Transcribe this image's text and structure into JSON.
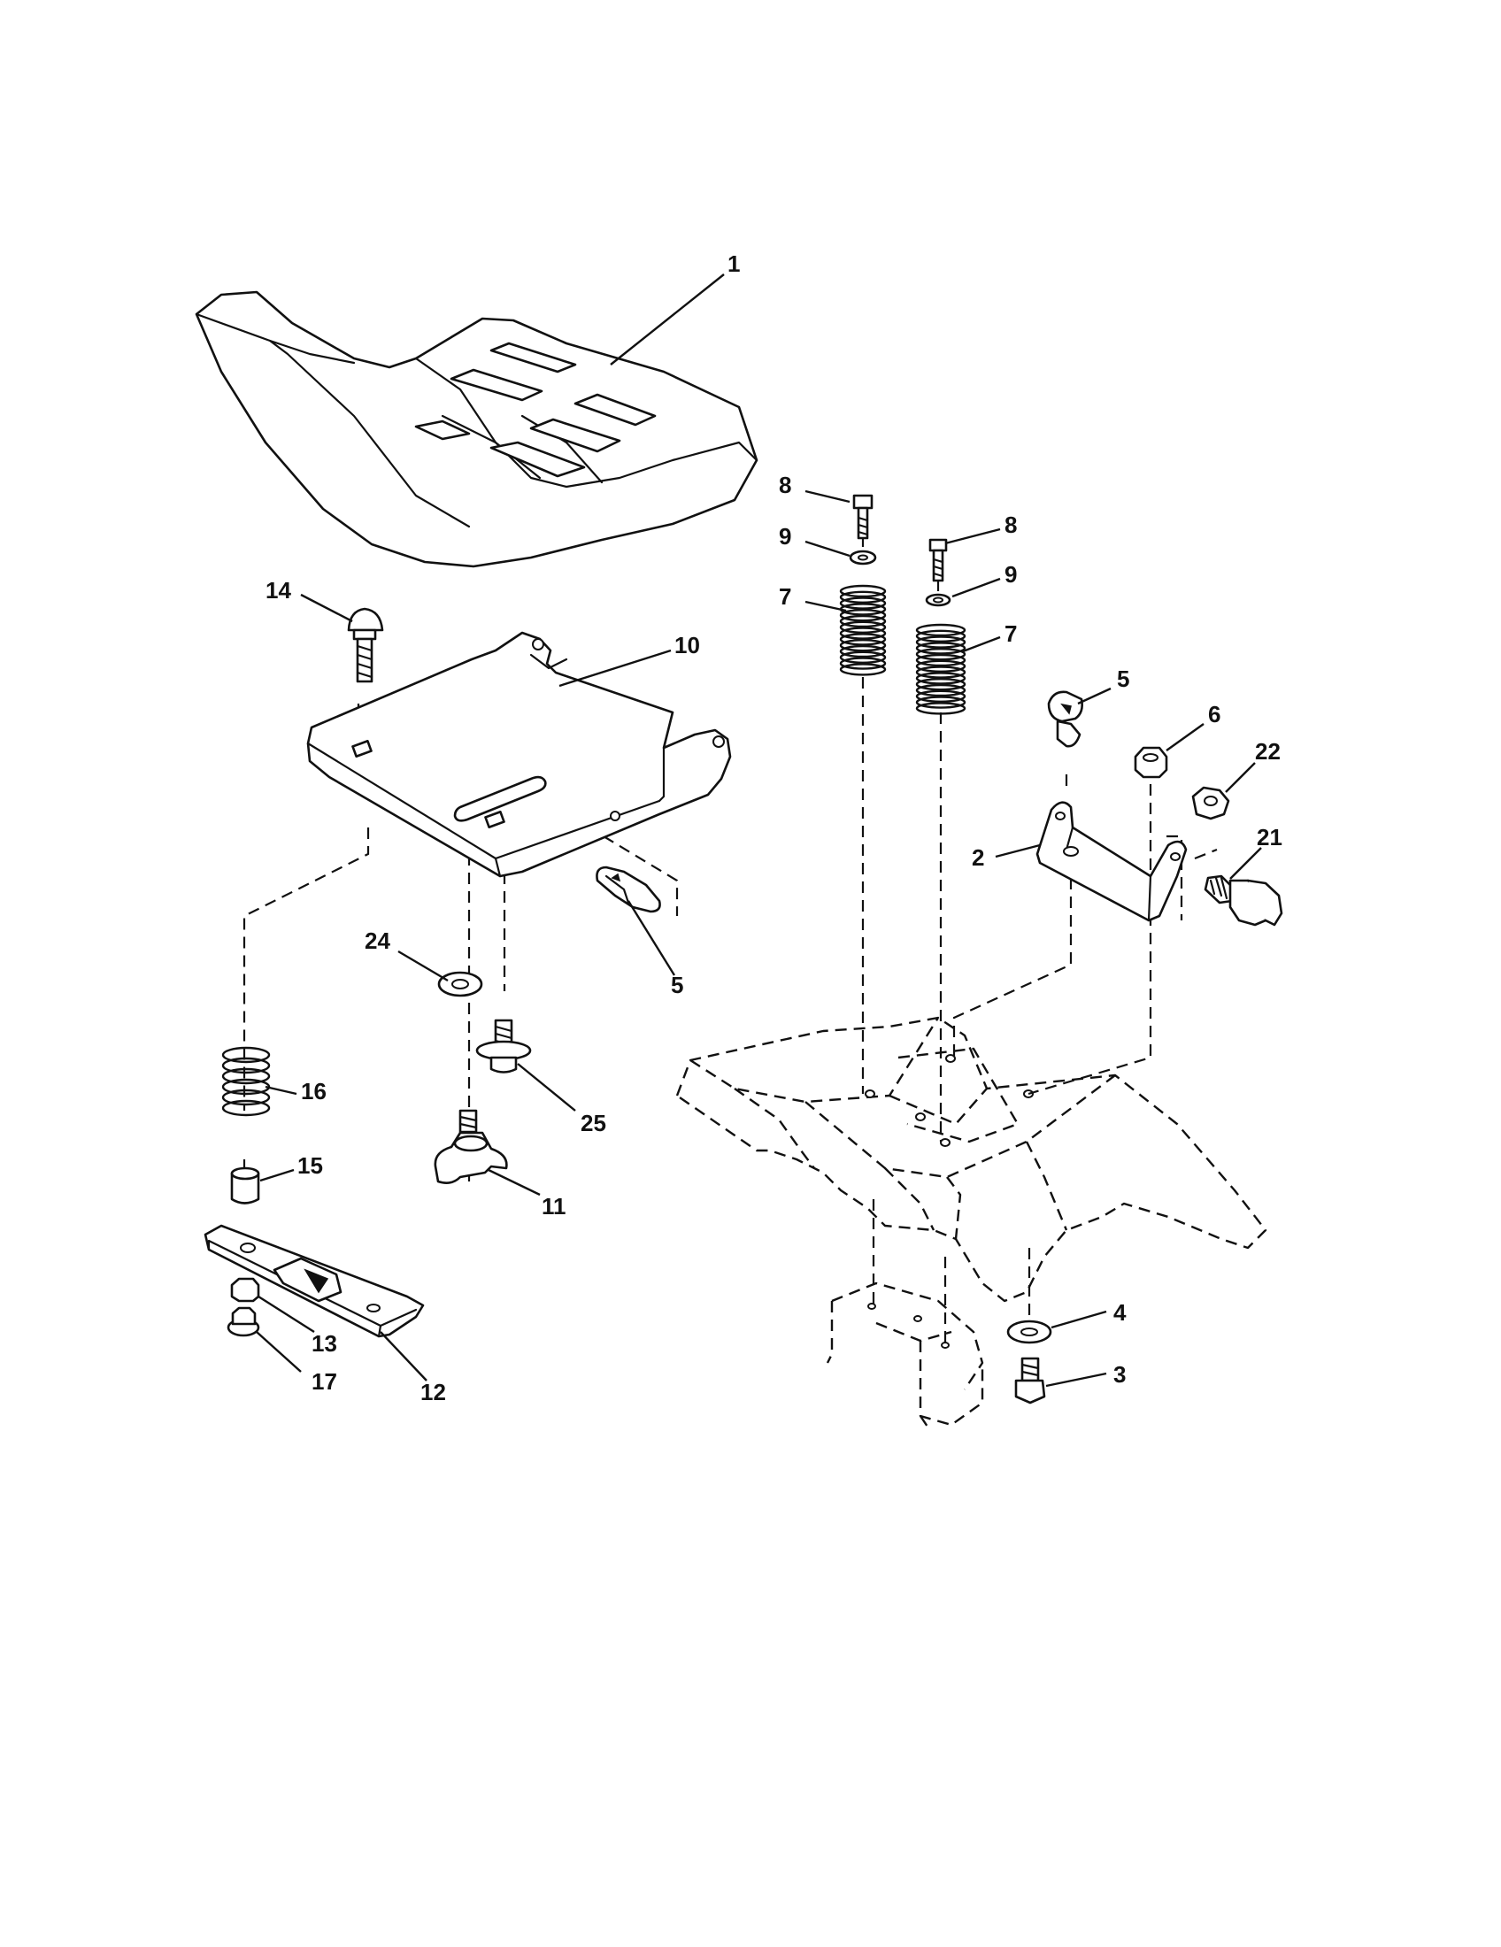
{
  "diagram": {
    "type": "exploded parts diagram",
    "callouts": [
      {
        "id": "seat",
        "label": "1"
      },
      {
        "id": "seat-bracket",
        "label": "2"
      },
      {
        "id": "frame-bolt",
        "label": "3"
      },
      {
        "id": "frame-washer",
        "label": "4"
      },
      {
        "id": "pivot-clip-left",
        "label": "5"
      },
      {
        "id": "pivot-clip-right",
        "label": "5"
      },
      {
        "id": "bracket-nut",
        "label": "6"
      },
      {
        "id": "spring-left",
        "label": "7"
      },
      {
        "id": "spring-right",
        "label": "7"
      },
      {
        "id": "spring-bolt-left",
        "label": "8"
      },
      {
        "id": "spring-bolt-right",
        "label": "8"
      },
      {
        "id": "spring-washer-left",
        "label": "9"
      },
      {
        "id": "spring-washer-right",
        "label": "9"
      },
      {
        "id": "seat-pan",
        "label": "10"
      },
      {
        "id": "wing-knob",
        "label": "11"
      },
      {
        "id": "adjust-slide",
        "label": "12"
      },
      {
        "id": "slide-nut",
        "label": "13"
      },
      {
        "id": "carriage-bolt",
        "label": "14"
      },
      {
        "id": "spacer",
        "label": "15"
      },
      {
        "id": "compression-spring",
        "label": "16"
      },
      {
        "id": "flange-nut",
        "label": "17"
      },
      {
        "id": "shoulder-bolt",
        "label": "21"
      },
      {
        "id": "lock-nut",
        "label": "22"
      },
      {
        "id": "pan-washer",
        "label": "24"
      },
      {
        "id": "shoulder-screw",
        "label": "25"
      }
    ]
  }
}
